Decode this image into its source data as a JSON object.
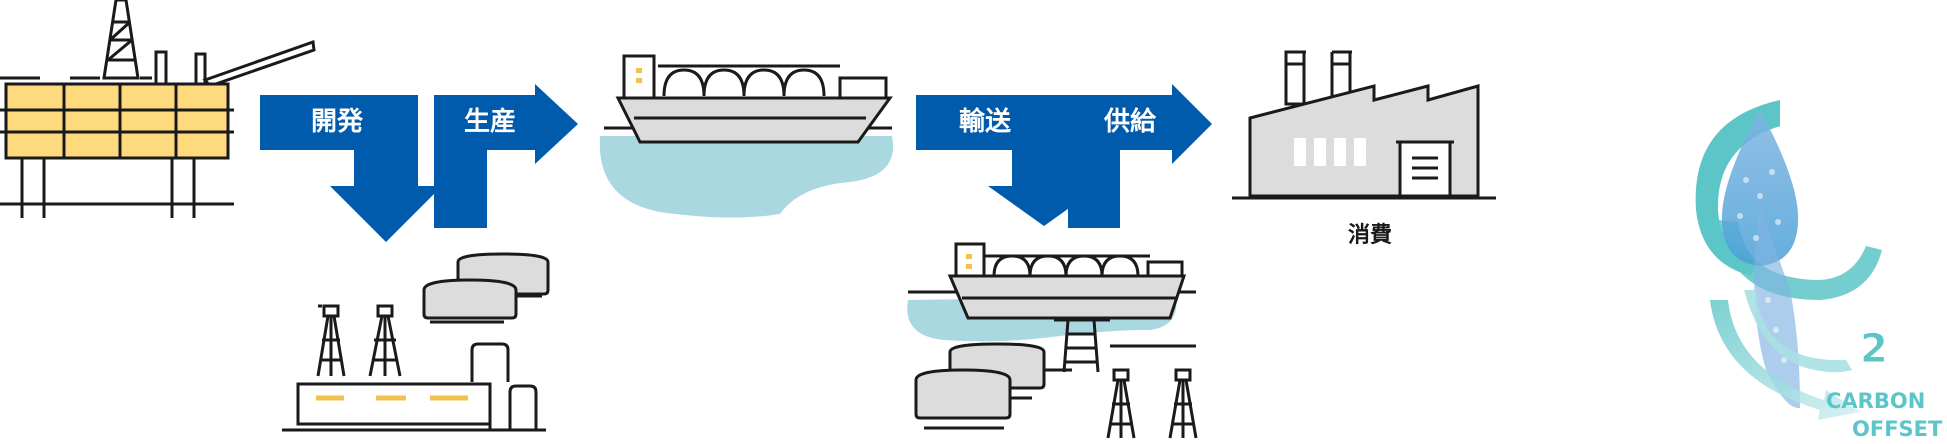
{
  "steps": {
    "development": "開発",
    "production": "生産",
    "transport": "輸送",
    "supply": "供給",
    "consumption": "消費"
  },
  "logo": {
    "co2_subscript": "2",
    "line1": "CARBON",
    "line2": "OFFSET"
  },
  "colors": {
    "arrow_blue": "#005bac",
    "platform_yellow": "#fdda7e",
    "water_blue": "#a9d8e1",
    "machine_gray": "#dcdcdc",
    "logo_teal": "#5cc5c7",
    "outline": "#1a1a1a"
  }
}
